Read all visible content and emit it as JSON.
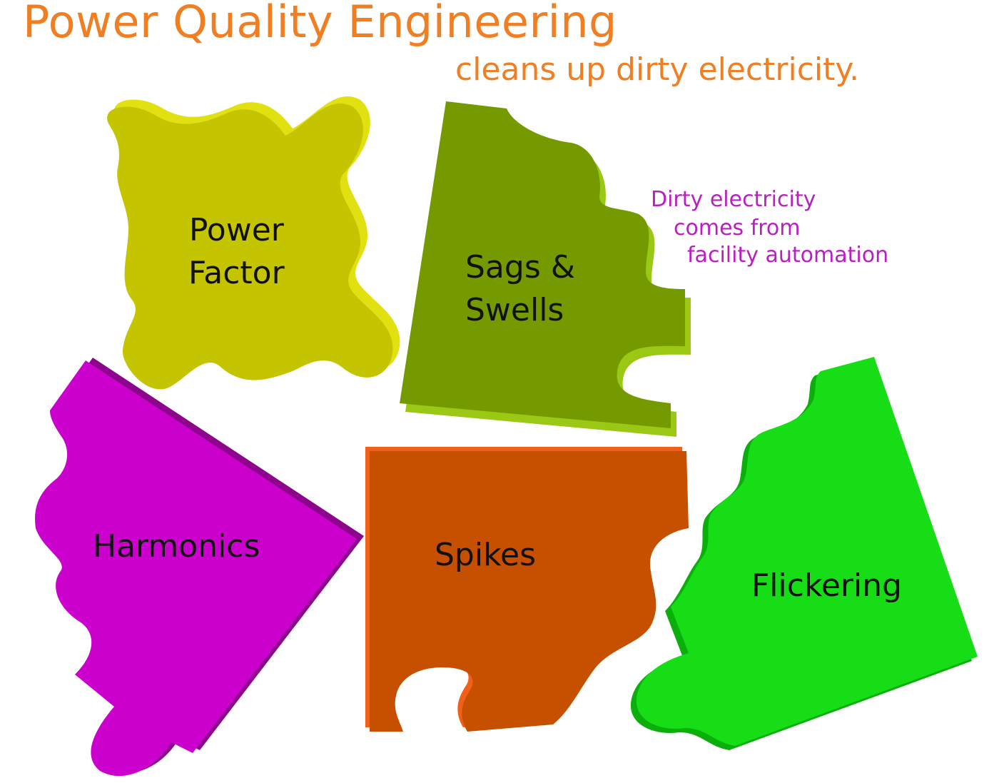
{
  "header": {
    "title": "Power Quality Engineering",
    "subtitle": "cleans up dirty electricity."
  },
  "note": {
    "line1": "Dirty electricity",
    "line2": "comes from",
    "line3": "facility automation"
  },
  "pieces": {
    "power_factor": {
      "line1": "Power",
      "line2": "Factor",
      "color": "#c4c400",
      "edge": "#e1e112"
    },
    "sags_swells": {
      "line1": "Sags &",
      "line2": "Swells",
      "color": "#749a00",
      "edge": "#9ac814"
    },
    "harmonics": {
      "label": "Harmonics",
      "color": "#cc00cc",
      "edge": "#8d048d"
    },
    "spikes": {
      "label": "Spikes",
      "color": "#c64f00",
      "edge": "#f06018"
    },
    "flickering": {
      "label": "Flickering",
      "color": "#16dd16",
      "edge": "#0cae0c"
    }
  },
  "colors": {
    "title": "#f07f23",
    "note": "#b821c0",
    "label": "#111111"
  }
}
